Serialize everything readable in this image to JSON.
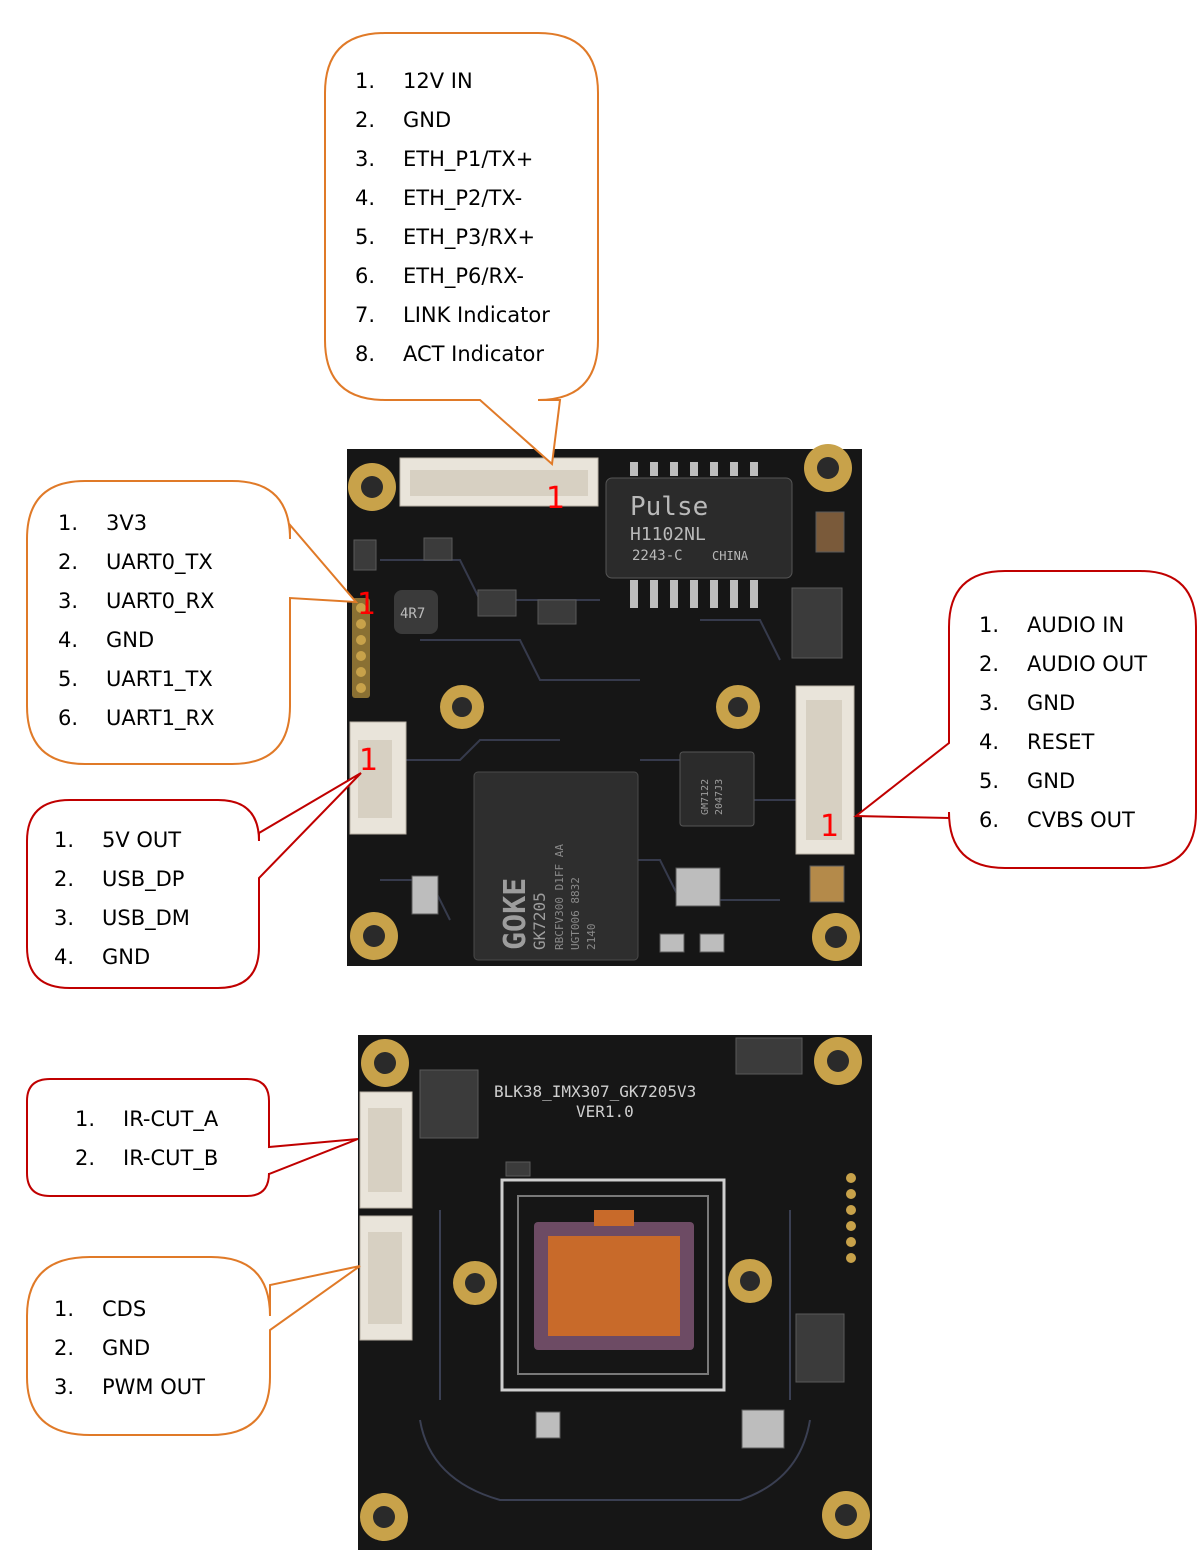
{
  "colors": {
    "orange": "#e07a28",
    "red": "#c00000",
    "pin_marker": "#ff0000",
    "pcb": "#161616"
  },
  "callouts": {
    "ethernet": {
      "items": [
        "12V IN",
        "GND",
        "ETH_P1/TX+",
        "ETH_P2/TX-",
        "ETH_P3/RX+",
        "ETH_P6/RX-",
        "LINK Indicator",
        "ACT Indicator"
      ]
    },
    "uart": {
      "items": [
        "3V3",
        "UART0_TX",
        "UART0_RX",
        "GND",
        "UART1_TX",
        "UART1_RX"
      ]
    },
    "usb": {
      "items": [
        "5V OUT",
        "USB_DP",
        "USB_DM",
        "GND"
      ]
    },
    "audio": {
      "items": [
        "AUDIO IN",
        "AUDIO OUT",
        "GND",
        "RESET",
        "GND",
        "CVBS OUT"
      ]
    },
    "ircut": {
      "items": [
        "IR-CUT_A",
        "IR-CUT_B"
      ]
    },
    "cds": {
      "items": [
        "CDS",
        "GND",
        "PWM OUT"
      ]
    }
  },
  "numbers": [
    "1.",
    "2.",
    "3.",
    "4.",
    "5.",
    "6.",
    "7.",
    "8."
  ],
  "pin1_marker": "1",
  "board_top": {
    "soc_brand": "GOKE",
    "soc_model": "GK7205",
    "soc_code1": "RBCFV300 D1FF AA",
    "soc_code2": "UGT006  8832",
    "soc_code3": "2140",
    "transformer_brand": "Pulse",
    "transformer_model": "H1102NL",
    "transformer_code": "2243-C",
    "transformer_origin": "CHINA",
    "inductor_mark": "4R7",
    "phy_mark": "GM7122",
    "phy_code": "2047J3"
  },
  "board_bottom": {
    "silk_title": "BLK38_IMX307_GK7205V3",
    "silk_version": "VER1.0"
  }
}
